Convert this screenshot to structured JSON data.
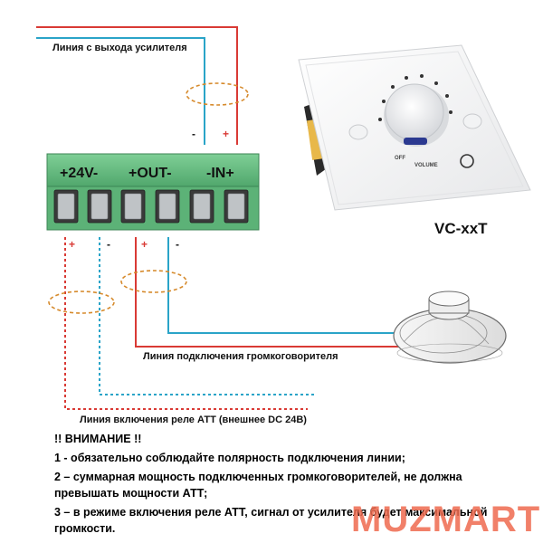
{
  "labels": {
    "amp_line": "Линия с выхода усилителя",
    "speaker_line": "Линия подключения громкоговорителя",
    "relay_line": "Линия включения реле АТТ (внешнее DC 24В)",
    "model": "VC-xxT"
  },
  "terminals": {
    "dc": "+24V-",
    "out": "+OUT-",
    "in": "-IN+"
  },
  "signs": {
    "plus": "+",
    "minus": "-"
  },
  "panel": {
    "off": "OFF",
    "volume": "VOLUME"
  },
  "warning": {
    "title": "!! ВНИМАНИЕ !!",
    "items": [
      "1 - обязательно соблюдайте полярность подключения линии;",
      "2 – суммарная мощность подключенных громкоговорителей, не должна превышать мощности АТТ;",
      "3 – в режиме включения реле АТТ, сигнал от усилителя будет максимальной громкости."
    ]
  },
  "brand": "MUZMART",
  "colors": {
    "red": "#d93a35",
    "blue": "#2aa4c8",
    "orange": "#d68a2c",
    "terminal_green": "#62b97e",
    "brand": "#ef6b4f"
  }
}
